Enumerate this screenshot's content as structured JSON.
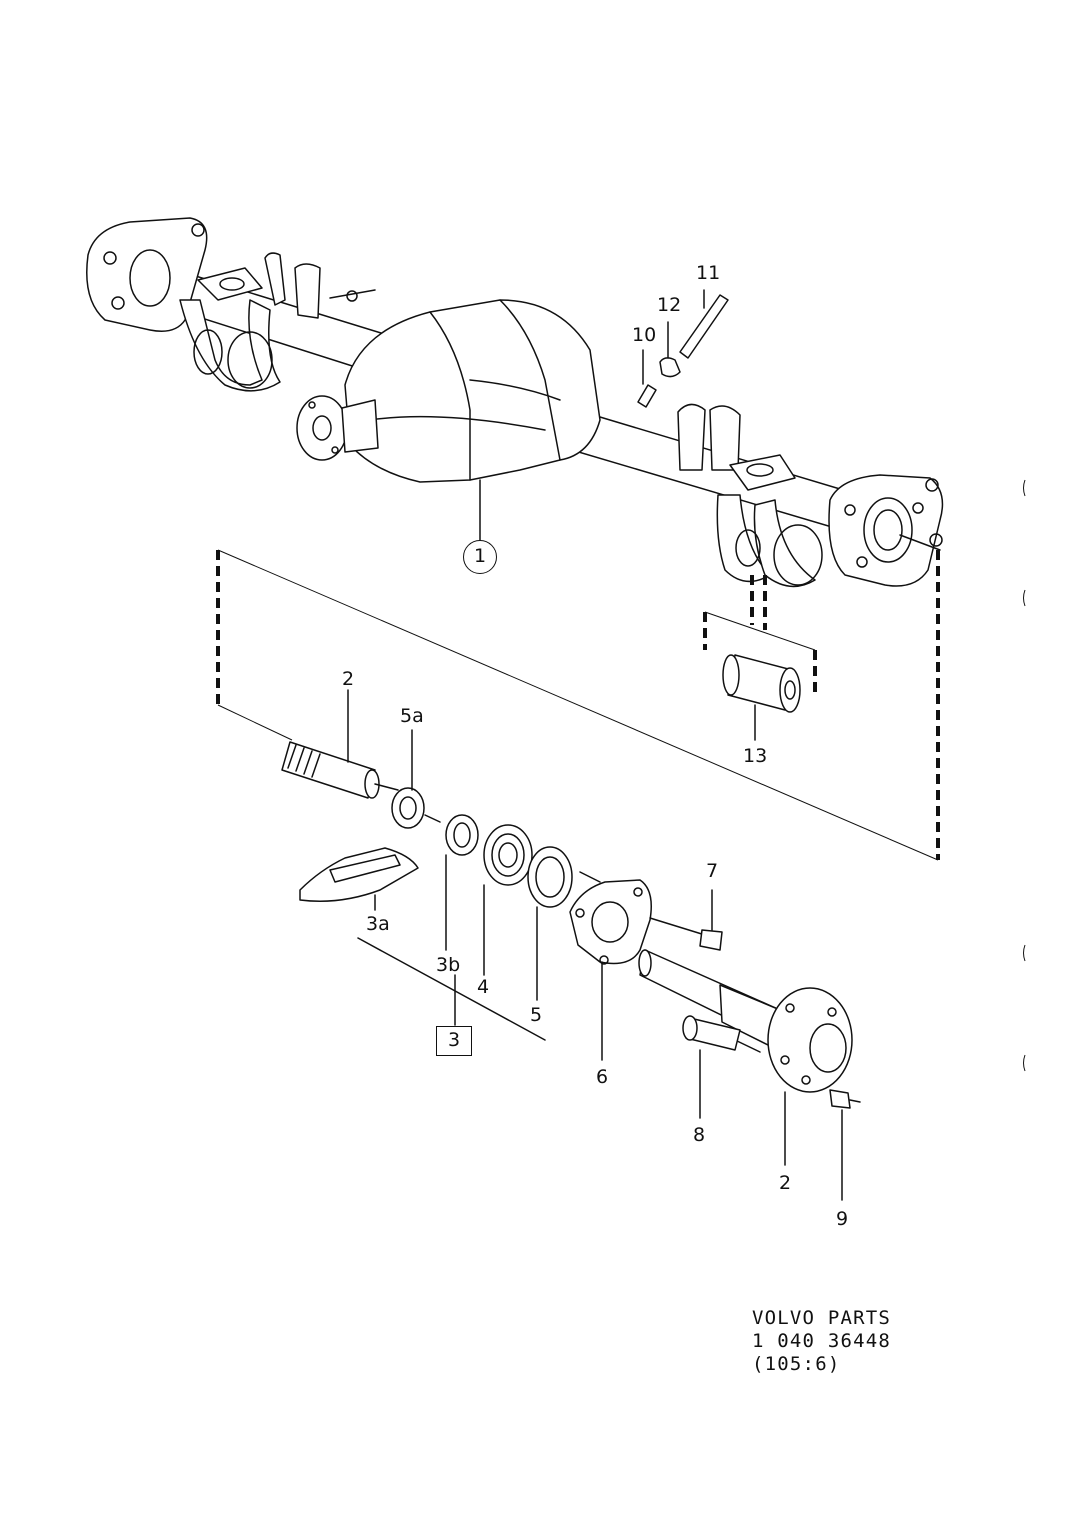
{
  "diagram": {
    "labels": {
      "p1": "1",
      "p2_upper": "2",
      "p2_lower": "2",
      "p3": "3",
      "p3a": "3a",
      "p3b": "3b",
      "p4": "4",
      "p5": "5",
      "p5a": "5a",
      "p6": "6",
      "p7": "7",
      "p8": "8",
      "p9": "9",
      "p10": "10",
      "p11": "11",
      "p12": "12",
      "p13": "13"
    }
  },
  "caption": {
    "line1": "VOLVO PARTS",
    "line2": "1 040 36448",
    "line3": "(105:6)"
  }
}
